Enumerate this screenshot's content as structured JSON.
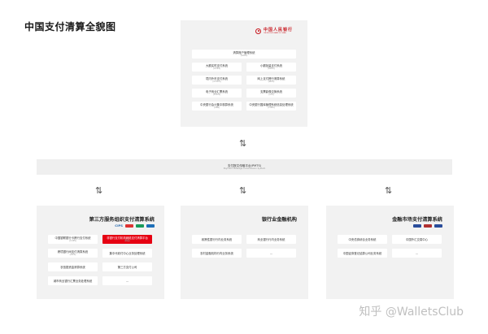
{
  "title": "中国支付清算全貌图",
  "top_panel": {
    "logo": {
      "cn": "中国人民银行",
      "en": "THE PEOPLE'S BANK OF CHINA"
    },
    "header_cell": {
      "name": "清算账户管理系统",
      "code": "(SAPS)"
    },
    "cells": [
      {
        "name": "大额实时支付系统",
        "code": "(HVPS)"
      },
      {
        "name": "小额批量支付系统",
        "code": "(BEPS)"
      },
      {
        "name": "境内外币支付系统",
        "code": "(CFXPS)"
      },
      {
        "name": "网上支付跨行清算系统",
        "code": "(IBPS)"
      },
      {
        "name": "电子商业汇票系统",
        "code": "(ECDS)"
      },
      {
        "name": "支票影像交换系统",
        "code": "(CIS)"
      },
      {
        "name": "中央银行会计集中核算系统",
        "code": "(ABS)"
      },
      {
        "name": "中央银行国库管理系统信息处理系统",
        "code": "(TCBS)"
      }
    ]
  },
  "band": {
    "name": "支付报文传输平台(PMTS)",
    "en": "Payment Message Transmission System"
  },
  "panels": {
    "third_party": {
      "title": "第三方服务组织支付清算系统",
      "logos": [
        {
          "name": "cips-logo",
          "label": "CIPS",
          "color": "#2b6cb0"
        },
        {
          "name": "unionpay-logo",
          "label": "",
          "color": "#d33"
        },
        {
          "name": "clearing-logo",
          "label": "",
          "color": "#1a9a5b"
        },
        {
          "name": "nucc-logo",
          "label": "",
          "color": "#1e6fb8"
        }
      ],
      "cells": [
        {
          "name": "中国银联银行卡跨行支付系统",
          "code": "(CUPS)",
          "highlight": false
        },
        {
          "name": "非银行支付机构网络支付清算平台",
          "code": "(网联)",
          "highlight": true
        },
        {
          "name": "跨境银行间支付清算系统",
          "code": "(CIPS)",
          "highlight": false
        },
        {
          "name": "集中代收付中心业务处理系统",
          "code": "",
          "highlight": false
        },
        {
          "name": "农信银资金清算系统",
          "code": "",
          "highlight": false
        },
        {
          "name": "第三方支付公司",
          "code": "",
          "highlight": false
        },
        {
          "name": "城市商业银行汇票业务处理系统",
          "code": "",
          "highlight": false
        },
        {
          "name": "...",
          "code": "",
          "highlight": false
        }
      ]
    },
    "bank": {
      "title": "银行业金融机构",
      "cells": [
        {
          "name": "政策性银行行内业务系统"
        },
        {
          "name": "商业银行行内业务系统"
        },
        {
          "name": "农村金融机构行内业务系统"
        },
        {
          "name": "..."
        }
      ]
    },
    "market": {
      "title": "金融市场支付清算系统",
      "logos": [
        {
          "name": "market-logo-1",
          "label": "",
          "color": "#2a4d9b"
        },
        {
          "name": "market-logo-2",
          "label": "",
          "color": "#b03030"
        },
        {
          "name": "market-logo-3",
          "label": "",
          "color": "#2a4d9b"
        }
      ],
      "cells": [
        {
          "name": "中央债券综合业务系统"
        },
        {
          "name": "中国外汇交易中心"
        },
        {
          "name": "中国证券登记结算公司业务系统"
        },
        {
          "name": "..."
        }
      ]
    }
  },
  "arrow_glyph": "⇅",
  "watermark": "知乎 @WalletsClub"
}
